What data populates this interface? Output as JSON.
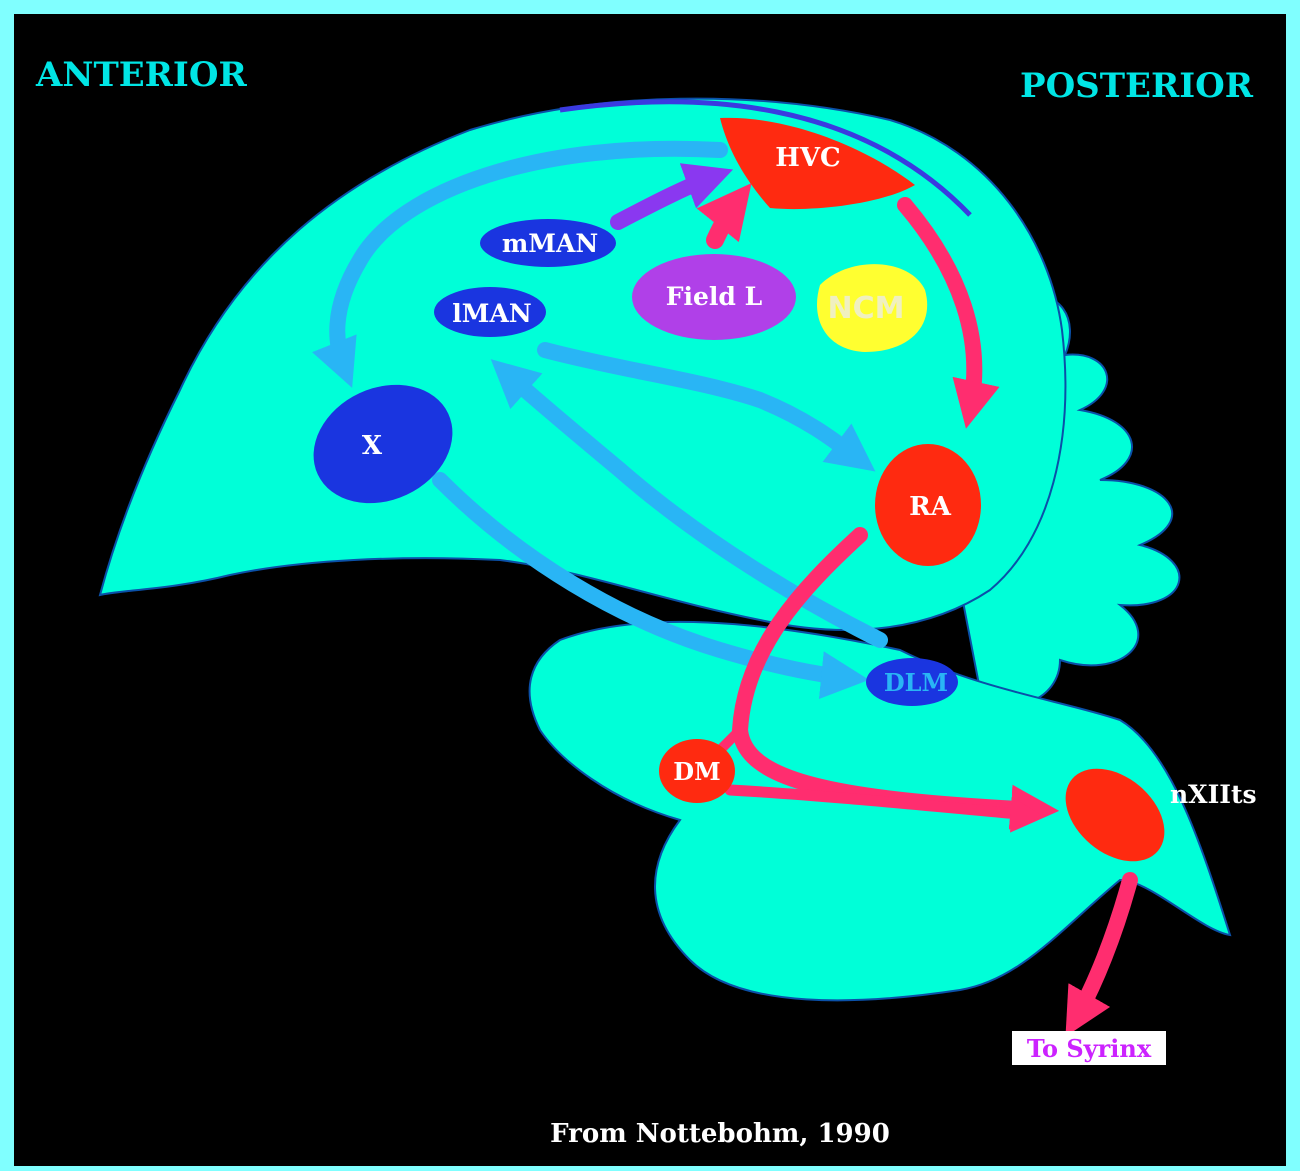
{
  "labels": {
    "anterior": "ANTERIOR",
    "posterior": "POSTERIOR",
    "hvc": "HVC",
    "mman": "mMAN",
    "lman": "lMAN",
    "field_l": "Field L",
    "ncm": "NCM",
    "x": "X",
    "ra": "RA",
    "dlm": "DLM",
    "dm": "DM",
    "nxiits": "nXIIts",
    "to_syrinx": "To Syrinx",
    "credit": "From Nottebohm, 1990"
  },
  "colors": {
    "border": "#80ffff",
    "background": "#000000",
    "brain": "#00ffd8",
    "motor_pathway": "#ff2d6f",
    "anterior_pathway": "#29b5f5",
    "nucleus_red": "#ff2a10",
    "nucleus_blue": "#1a35e0",
    "field_l": "#b040e8",
    "ncm": "#ffff30",
    "mman_arrow": "#8a38f0",
    "header_text": "#00e5e5",
    "syrinx_text": "#cc22ff"
  }
}
